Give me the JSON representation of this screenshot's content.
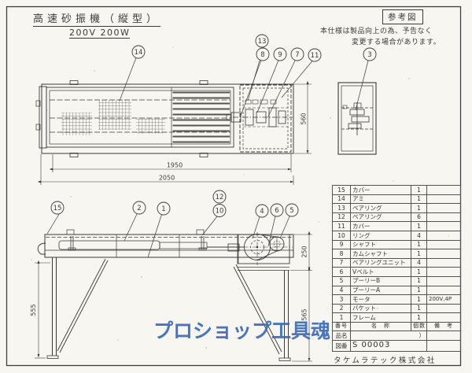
{
  "sheet": {
    "title": "高速砂振機（縦型）",
    "subtitle": "200V 200W",
    "ref_box": "参考図",
    "note_line1": "本仕様は製品向上の為、予告なく",
    "note_line2": "変更する場合があります。",
    "company": "タケムラテック株式会社",
    "watermark": "プロショップ工具魂"
  },
  "colors": {
    "paper": "#f7f6f1",
    "ink": "#3b3a36",
    "watermark_blue": "#3a6bbd"
  },
  "dimensions": {
    "top_view": {
      "body_length": "1950",
      "overall_length": "2050",
      "width": "560"
    },
    "side_view": {
      "mech_height": "250",
      "left_leg_height": "555",
      "right_leg_height": "565"
    }
  },
  "balloons": {
    "top": [
      "14",
      "13",
      "8",
      "9",
      "7",
      "11",
      "3"
    ],
    "side": [
      "15",
      "2",
      "1",
      "12",
      "10",
      "4",
      "6",
      "5"
    ]
  },
  "parts_table": {
    "headers": {
      "no": "番号",
      "name": "名　称",
      "qty": "個数",
      "remarks": "備　考"
    },
    "rows": [
      {
        "no": "15",
        "name": "カバー",
        "qty": "1",
        "remarks": ""
      },
      {
        "no": "14",
        "name": "アミ",
        "qty": "1",
        "remarks": ""
      },
      {
        "no": "13",
        "name": "ベアリング",
        "qty": "1",
        "remarks": ""
      },
      {
        "no": "12",
        "name": "ベアリング",
        "qty": "6",
        "remarks": ""
      },
      {
        "no": "11",
        "name": "カバー",
        "qty": "1",
        "remarks": ""
      },
      {
        "no": "10",
        "name": "リング",
        "qty": "4",
        "remarks": ""
      },
      {
        "no": "9",
        "name": "シャフト",
        "qty": "1",
        "remarks": ""
      },
      {
        "no": "8",
        "name": "カムシャフト",
        "qty": "1",
        "remarks": ""
      },
      {
        "no": "7",
        "name": "ベアリングユニット",
        "qty": "4",
        "remarks": ""
      },
      {
        "no": "6",
        "name": "Vベルト",
        "qty": "1",
        "remarks": ""
      },
      {
        "no": "5",
        "name": "プーリーB",
        "qty": "1",
        "remarks": ""
      },
      {
        "no": "4",
        "name": "プーリーA",
        "qty": "1",
        "remarks": ""
      },
      {
        "no": "3",
        "name": "モータ",
        "qty": "1",
        "remarks": "200V,4P"
      },
      {
        "no": "2",
        "name": "バケット",
        "qty": "1",
        "remarks": ""
      },
      {
        "no": "1",
        "name": "フレーム",
        "qty": "1",
        "remarks": ""
      }
    ],
    "item_label": "品名",
    "item_value": "）",
    "drawing_no_label": "図番",
    "drawing_no": "S 00003"
  }
}
